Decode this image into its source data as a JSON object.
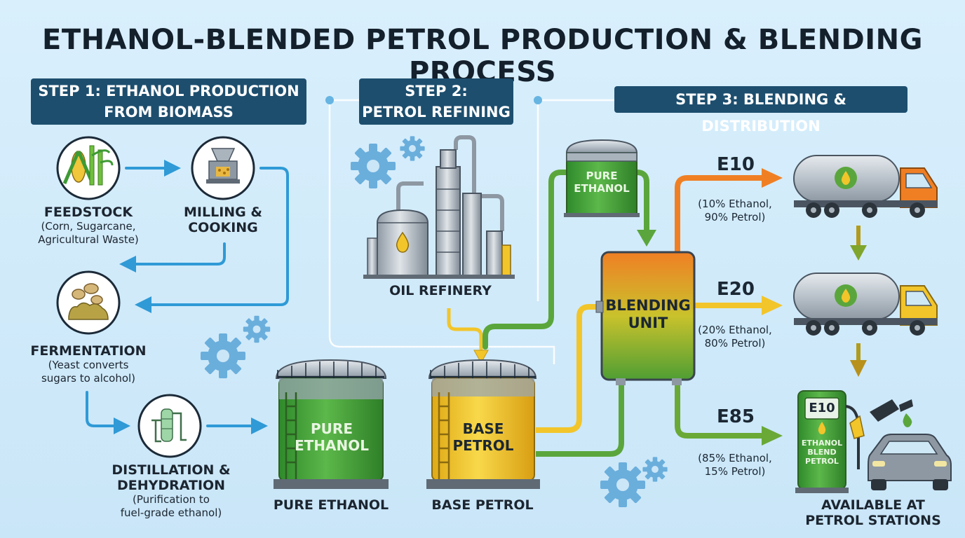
{
  "title": "ETHANOL-BLENDED PETROL PRODUCTION & BLENDING PROCESS",
  "steps": {
    "step1": {
      "line1": "STEP 1: ETHANOL PRODUCTION",
      "line2": "FROM BIOMASS"
    },
    "step2": {
      "line1": "STEP 2:",
      "line2": "PETROL REFINING"
    },
    "step3": {
      "line1": "STEP 3: BLENDING & DISTRIBUTION"
    }
  },
  "stages": {
    "feedstock": {
      "name": "FEEDSTOCK",
      "desc1": "(Corn, Sugarcane,",
      "desc2": "Agricultural Waste)"
    },
    "milling": {
      "name1": "MILLING &",
      "name2": "COOKING"
    },
    "fermentation": {
      "name": "FERMENTATION",
      "desc1": "(Yeast converts",
      "desc2": "sugars to alcohol)"
    },
    "distillation": {
      "name1": "DISTILLATION &",
      "name2": "DEHYDRATION",
      "desc1": "(Purification to",
      "desc2": "fuel-grade ethanol)"
    }
  },
  "refinery": {
    "label": "OIL REFINERY"
  },
  "tanks": {
    "ethanol_big": {
      "line1": "PURE",
      "line2": "ETHANOL",
      "caption": "PURE ETHANOL"
    },
    "petrol_big": {
      "line1": "BASE",
      "line2": "PETROL",
      "caption": "BASE PETROL"
    },
    "ethanol_small": {
      "line1": "PURE",
      "line2": "ETHANOL"
    }
  },
  "blending_unit": {
    "line1": "BLENDING",
    "line2": "UNIT"
  },
  "blends": [
    {
      "name": "E10",
      "desc1": "(10% Ethanol,",
      "desc2": "90% Petrol)"
    },
    {
      "name": "E20",
      "desc1": "(20% Ethanol,",
      "desc2": "80% Petrol)"
    },
    {
      "name": "E85",
      "desc1": "(85% Ethanol,",
      "desc2": "15% Petrol)"
    }
  ],
  "pump": {
    "grade": "E10",
    "line1": "ETHANOL",
    "line2": "BLEND",
    "line3": "PETROL"
  },
  "stations": {
    "line1": "AVAILABLE AT",
    "line2": "PETROL STATIONS"
  },
  "colors": {
    "navy": "#1d4e6e",
    "arrow_blue": "#2f9ad6",
    "ethanol_green": "#3f9b33",
    "petrol_yellow": "#f2c52a",
    "blend_orange": "#f07f24",
    "background": "#d4ecfa"
  }
}
